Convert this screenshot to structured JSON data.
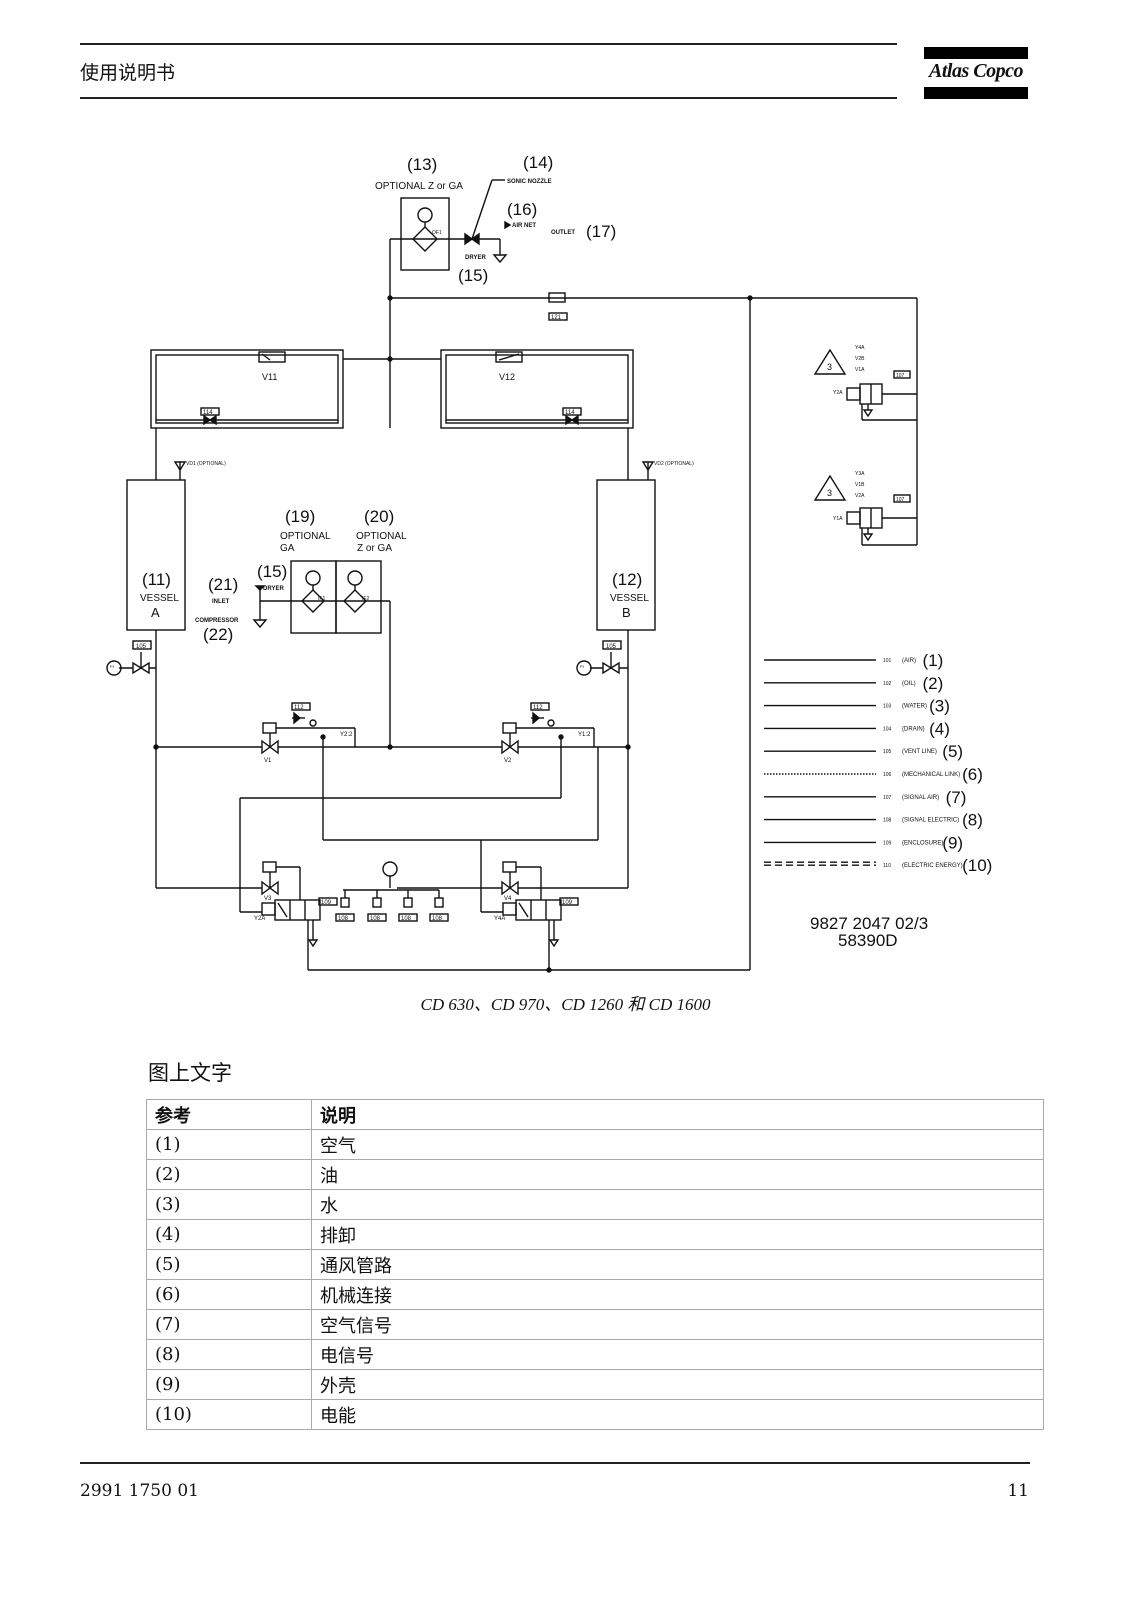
{
  "header": {
    "title": "使用说明书",
    "logo_text": "Atlas Copco"
  },
  "diagram": {
    "labels": {
      "n13": "(13)",
      "optional_z_or_ga_top": "OPTIONAL Z or GA",
      "n14": "(14)",
      "sonic_nozzle": "SONIC NOZZLE",
      "n16": "(16)",
      "air_net": "AIR NET",
      "outlet": "OUTLET",
      "n17": "(17)",
      "dryer_top": "DRYER",
      "n15_top": "(15)",
      "of1": "OF1",
      "code_121": "121",
      "v11": "V11",
      "v12": "V12",
      "code_114_a": "114",
      "code_114_b": "114",
      "vd1": "VD1 (OPTIONAL)",
      "vd2": "VD2 (OPTIONAL)",
      "n11": "(11)",
      "vessel_a": "VESSEL",
      "letter_a": "A",
      "n12": "(12)",
      "vessel_b": "VESSEL",
      "letter_b": "B",
      "n19": "(19)",
      "optional_ga": "OPTIONAL",
      "ga": "GA",
      "n20": "(20)",
      "optional_z": "OPTIONAL",
      "z_or_ga": "Z or GA",
      "n15_mid": "(15)",
      "dryer_mid": "DRYER",
      "n21": "(21)",
      "inlet": "INLET",
      "compressor": "COMPRESSOR",
      "n22": "(22)",
      "if1": "IF1",
      "if2": "IF2",
      "code_105_a": "105",
      "code_105_b": "105",
      "pi_a": "PI",
      "pi_b": "PI",
      "code_112_a": "112",
      "code_112_b": "112",
      "v1": "V1",
      "v2": "V2",
      "y22": "Y2:2",
      "y12": "Y1:2",
      "v3": "V3",
      "v4": "V4",
      "y2a": "Y2A",
      "y4a": "Y4A",
      "code_109_a": "109",
      "code_109_b": "109",
      "code_108_list": [
        "108",
        "108",
        "108",
        "108"
      ],
      "right_top_tags": [
        "Y4A",
        "V2B",
        "V1A"
      ],
      "right_top_y2a": "Y2A",
      "right_bot_tags": [
        "Y3A",
        "V1B",
        "V2A"
      ],
      "right_bot_y1a": "Y1A",
      "code_107_a": "107",
      "code_107_b": "107",
      "warn_num": "3",
      "drawing_no": "9827 2047 02/3",
      "drawing_code": "58390D"
    },
    "line_legend": [
      {
        "code": "101",
        "name": "(AIR)",
        "num": "(1)",
        "style": "solid"
      },
      {
        "code": "102",
        "name": "(OIL)",
        "num": "(2)",
        "style": "solid"
      },
      {
        "code": "103",
        "name": "(WATER)",
        "num": "(3)",
        "style": "solid"
      },
      {
        "code": "104",
        "name": "(DRAIN)",
        "num": "(4)",
        "style": "solid"
      },
      {
        "code": "105",
        "name": "(VENT LINE)",
        "num": "(5)",
        "style": "solid"
      },
      {
        "code": "106",
        "name": "(MECHANICAL LINK)",
        "num": "(6)",
        "style": "dotted"
      },
      {
        "code": "107",
        "name": "(SIGNAL AIR)",
        "num": "(7)",
        "style": "solid"
      },
      {
        "code": "108",
        "name": "(SIGNAL ELECTRIC)",
        "num": "(8)",
        "style": "solid"
      },
      {
        "code": "109",
        "name": "(ENCLOSURE)",
        "num": "(9)",
        "style": "solid"
      },
      {
        "code": "110",
        "name": "(ELECTRIC ENERGY)",
        "num": "(10)",
        "style": "dashed"
      }
    ]
  },
  "caption": "CD 630、CD 970、CD 1260 和 CD 1600",
  "section_heading": "图上文字",
  "table": {
    "headers": [
      "参考",
      "说明"
    ],
    "rows": [
      [
        "(1)",
        "空气"
      ],
      [
        "(2)",
        "油"
      ],
      [
        "(3)",
        "水"
      ],
      [
        "(4)",
        "排卸"
      ],
      [
        "(5)",
        "通风管路"
      ],
      [
        "(6)",
        "机械连接"
      ],
      [
        "(7)",
        "空气信号"
      ],
      [
        "(8)",
        "电信号"
      ],
      [
        "(9)",
        "外壳"
      ],
      [
        "(10)",
        "电能"
      ]
    ]
  },
  "footer": {
    "doc_number": "2991 1750 01",
    "page": "11"
  }
}
